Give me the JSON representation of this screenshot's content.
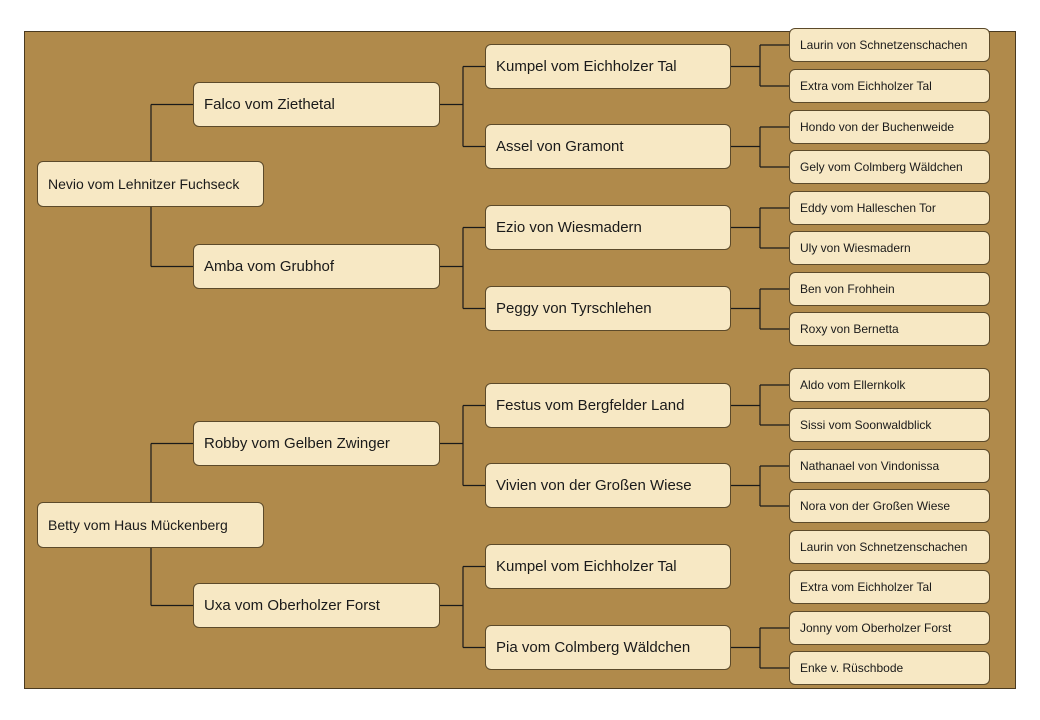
{
  "pedigree": {
    "sire": {
      "name": "Nevio vom Lehnitzer Fuchseck",
      "sire": {
        "name": "Falco vom Ziethetal",
        "sire": {
          "name": "Kumpel vom Eichholzer Tal",
          "sire": "Laurin von Schnetzenschachen",
          "dam": "Extra vom Eichholzer Tal"
        },
        "dam": {
          "name": "Assel von Gramont",
          "sire": "Hondo von der Buchenweide",
          "dam": "Gely vom Colmberg Wäldchen"
        }
      },
      "dam": {
        "name": "Amba vom Grubhof",
        "sire": {
          "name": "Ezio von Wiesmadern",
          "sire": "Eddy vom Halleschen Tor",
          "dam": "Uly von Wiesmadern"
        },
        "dam": {
          "name": "Peggy von Tyrschlehen",
          "sire": "Ben von Frohhein",
          "dam": "Roxy von Bernetta"
        }
      }
    },
    "dam": {
      "name": "Betty vom Haus Mückenberg",
      "sire": {
        "name": "Robby vom Gelben Zwinger",
        "sire": {
          "name": "Festus vom Bergfelder Land",
          "sire": "Aldo vom Ellernkolk",
          "dam": "Sissi vom Soonwaldblick"
        },
        "dam": {
          "name": "Vivien von der Großen Wiese",
          "sire": "Nathanael von Vindonissa",
          "dam": "Nora von der Großen Wiese"
        }
      },
      "dam": {
        "name": "Uxa vom Oberholzer Forst",
        "sire": {
          "name": "Kumpel vom Eichholzer Tal",
          "sire": "Laurin von Schnetzenschachen",
          "dam": "Extra vom Eichholzer Tal"
        },
        "dam": {
          "name": "Pia vom Colmberg Wäldchen",
          "sire": "Jonny vom Oberholzer Forst",
          "dam": "Enke v. Rüschbode"
        }
      }
    }
  }
}
